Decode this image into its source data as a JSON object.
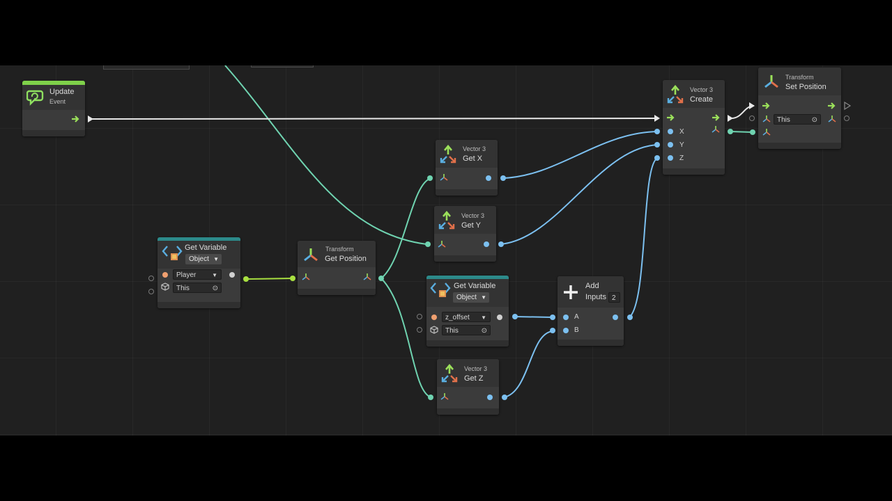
{
  "nodes": {
    "update": {
      "title": "Update",
      "subtitle": "Event"
    },
    "getvar_player": {
      "title": "Get Variable",
      "kind": "Object",
      "variable": "Player",
      "target": "This"
    },
    "get_position": {
      "category": "Transform",
      "title": "Get Position"
    },
    "get_x": {
      "category": "Vector 3",
      "title": "Get X"
    },
    "get_y": {
      "category": "Vector 3",
      "title": "Get Y"
    },
    "get_z": {
      "category": "Vector 3",
      "title": "Get Z"
    },
    "getvar_zoffset": {
      "title": "Get Variable",
      "kind": "Object",
      "variable": "z_offset",
      "target": "This"
    },
    "add": {
      "title": "Add",
      "inputs_label": "Inputs",
      "inputs_count": "2",
      "port_a": "A",
      "port_b": "B"
    },
    "vector3_create": {
      "category": "Vector 3",
      "title": "Create",
      "port_x": "X",
      "port_y": "Y",
      "port_z": "Z"
    },
    "set_position": {
      "category": "Transform",
      "title": "Set Position",
      "target": "This"
    }
  },
  "colors": {
    "canvas": "#202020",
    "node_body": "#3b3b3b",
    "event_bar": "#7fd14a",
    "variable_bar": "#2c8a8a",
    "flow_wire": "#e8e8e8",
    "vector_wire": "#7cc0f0",
    "transform_wire": "#7fe0b8",
    "object_wire": "#a8e040"
  },
  "icons": {
    "update": "event-loop-icon",
    "transform": "transform-axes-icon",
    "vector3": "vector3-axes-icon",
    "variable": "variable-brackets-icon",
    "add": "plus-icon"
  }
}
